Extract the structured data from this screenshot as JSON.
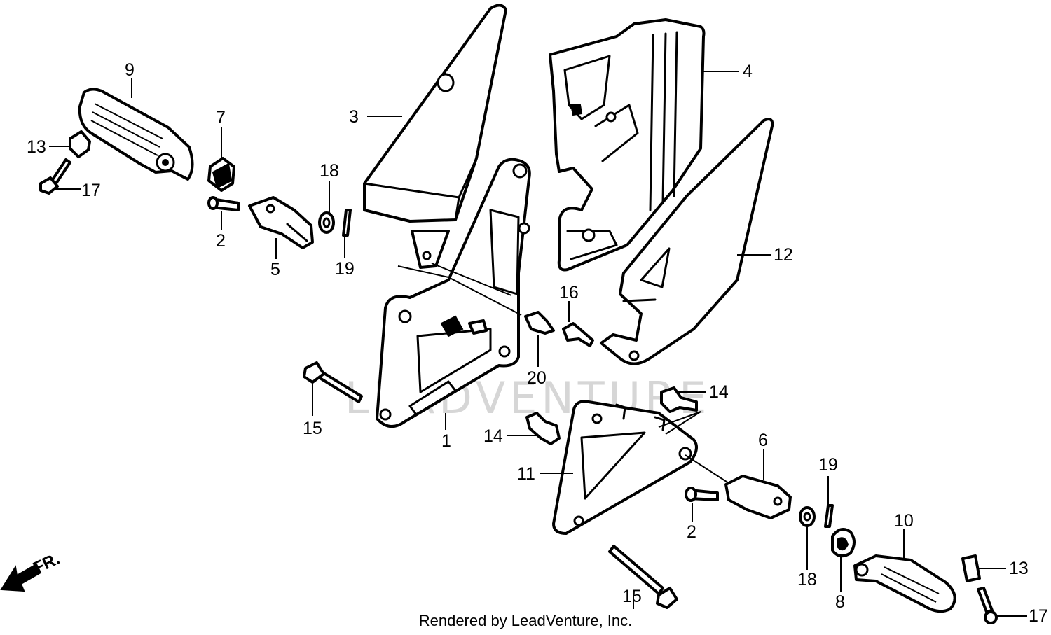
{
  "watermark": "LEADVENTURE",
  "credit": "Rendered by LeadVenture, Inc.",
  "direction_label": "FR.",
  "callouts": [
    {
      "id": "c9",
      "label": "9"
    },
    {
      "id": "c13a",
      "label": "13"
    },
    {
      "id": "c17a",
      "label": "17"
    },
    {
      "id": "c7",
      "label": "7"
    },
    {
      "id": "c2a",
      "label": "2"
    },
    {
      "id": "c5",
      "label": "5"
    },
    {
      "id": "c18a",
      "label": "18"
    },
    {
      "id": "c19a",
      "label": "19"
    },
    {
      "id": "c3",
      "label": "3"
    },
    {
      "id": "c4",
      "label": "4"
    },
    {
      "id": "c12",
      "label": "12"
    },
    {
      "id": "c16",
      "label": "16"
    },
    {
      "id": "c20",
      "label": "20"
    },
    {
      "id": "c15a",
      "label": "15"
    },
    {
      "id": "c1",
      "label": "1"
    },
    {
      "id": "c14a",
      "label": "14"
    },
    {
      "id": "c14b",
      "label": "14"
    },
    {
      "id": "c11",
      "label": "11"
    },
    {
      "id": "c6",
      "label": "6"
    },
    {
      "id": "c2b",
      "label": "2"
    },
    {
      "id": "c19b",
      "label": "19"
    },
    {
      "id": "c18b",
      "label": "18"
    },
    {
      "id": "c8",
      "label": "8"
    },
    {
      "id": "c10",
      "label": "10"
    },
    {
      "id": "c13b",
      "label": "13"
    },
    {
      "id": "c17b",
      "label": "17"
    },
    {
      "id": "c15b",
      "label": "15"
    }
  ]
}
